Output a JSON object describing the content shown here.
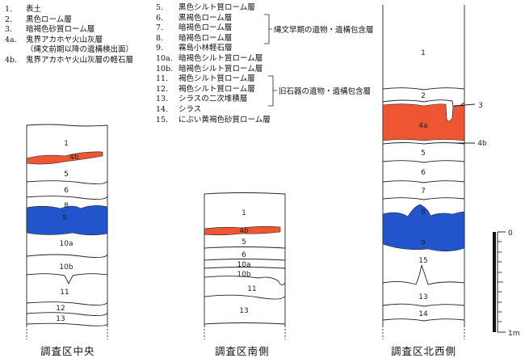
{
  "legend": {
    "left": [
      {
        "num": "1.",
        "text": "表土"
      },
      {
        "num": "2.",
        "text": "黒色ローム層"
      },
      {
        "num": "3.",
        "text": "暗褐色砂質ローム層"
      },
      {
        "num": "4a.",
        "text": "鬼界アカホヤ火山灰層"
      },
      {
        "num": "",
        "text": "（縄文前期以降の遺構検出面）"
      },
      {
        "num": "4b.",
        "text": "鬼界アカホヤ火山灰層の軽石層"
      }
    ],
    "right": [
      {
        "num": "5.",
        "text": "黒色シルト質ローム層"
      },
      {
        "num": "6.",
        "text": "黒褐色ローム層"
      },
      {
        "num": "7.",
        "text": "暗褐色ローム層"
      },
      {
        "num": "8.",
        "text": "暗褐色ローム層"
      },
      {
        "num": "9.",
        "text": "霧島小林軽石層"
      },
      {
        "num": "10a.",
        "text": "暗褐色シルト質ローム層"
      },
      {
        "num": "10b.",
        "text": "暗褐色シルト質ローム層"
      },
      {
        "num": "11.",
        "text": "褐色シルト質ローム層"
      },
      {
        "num": "12.",
        "text": "褐色シルト質ローム層"
      },
      {
        "num": "13.",
        "text": "シラスの二次堆積層"
      },
      {
        "num": "14.",
        "text": "シラス"
      },
      {
        "num": "15.",
        "text": "にぶい黄褐色砂質ローム層"
      }
    ],
    "group_jomon": "縄文早期の遺物・遺構包含層",
    "group_paleo": "旧石器の遺物・遺構包含層"
  },
  "columns": {
    "center": {
      "caption": "調査区中央",
      "labels": [
        "1",
        "4b",
        "5",
        "6",
        "8",
        "9",
        "10a",
        "10b",
        "11",
        "12",
        "13"
      ]
    },
    "south": {
      "caption": "調査区南側",
      "labels": [
        "1",
        "4b",
        "5",
        "6",
        "10a",
        "10b",
        "11",
        "13"
      ]
    },
    "northwest": {
      "caption": "調査区北西側",
      "labels": [
        "1",
        "2",
        "3",
        "4a",
        "4b",
        "5",
        "6",
        "7",
        "8",
        "9",
        "15",
        "13",
        "14"
      ]
    }
  },
  "scale": {
    "top_label": "0",
    "bottom_label": "1m"
  },
  "colors": {
    "red_layer": "#ee5533",
    "blue_layer": "#2255cc",
    "line": "#222222"
  }
}
